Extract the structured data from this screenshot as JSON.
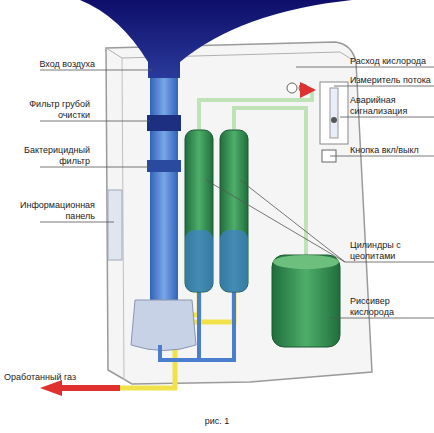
{
  "diagram": {
    "caption": "рис. 1",
    "labels": [
      "Вход воздуха",
      "Фильтр грубой очистки",
      "Бактерицидный фильтр",
      "Информационная панель",
      "Расход кислорода",
      "Измеритель потока",
      "Аварийная сигнализация",
      "Кнопка вкл/выкл",
      "Цилиндры с цеолитами",
      "Риссивер кислорода",
      "Оработанный газ"
    ]
  }
}
